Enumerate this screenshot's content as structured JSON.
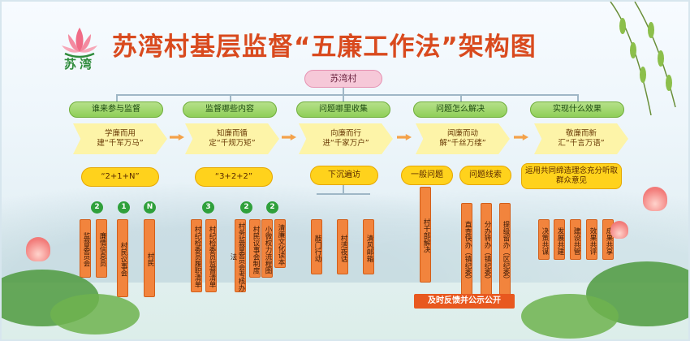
{
  "title": "苏湾村基层监督“五廉工作法”架构图",
  "logo_text": "苏湾",
  "root": "苏湾村",
  "columns": [
    {
      "head": "谁来参与监督",
      "chev": [
        "学廉而用",
        "建“千军万马”"
      ],
      "pill": "“2+1+N”"
    },
    {
      "head": "监督哪些内容",
      "chev": [
        "知廉而循",
        "定“千规万矩”"
      ],
      "pill": "“3+2+2”"
    },
    {
      "head": "问题哪里收集",
      "chev": [
        "向廉而行",
        "进“千家万户”"
      ],
      "pill": "下沉遍访"
    },
    {
      "head": "问题怎么解决",
      "chev": [
        "闻廉而动",
        "解“千丝万缕”"
      ],
      "pill_a": "一般问题",
      "pill_b": "问题线索"
    },
    {
      "head": "实现什么效果",
      "chev": [
        "敬廉而新",
        "汇“千言万语”"
      ],
      "pill": "运用共同缔造理念充分听取群众意见"
    }
  ],
  "circles": [
    "2",
    "1",
    "N",
    "3",
    "2",
    "2"
  ],
  "boxes": {
    "c1": [
      "监督委员会",
      "廉情信息员",
      "村民议事会",
      "村民"
    ],
    "c2": [
      "村纪检委员履职清单",
      "村纪检委员监督清单",
      "村务监督委员会考核办法",
      "村民议事会制度",
      "小微权力流程图",
      "清廉文化读本"
    ],
    "c3": [
      "敲门行动",
      "村湾夜话",
      "清风邮箱"
    ],
    "c4": [
      "村干部解决",
      "直查快办（镇纪委）",
      "分办转办（镇纪委）",
      "提级留办（区纪委）"
    ],
    "c5": [
      "决策共谋",
      "发展共建",
      "建设共管",
      "效果共评",
      "成果共享"
    ]
  },
  "footer": "及时反馈并公示公开",
  "colors": {
    "title": "#d94a1e",
    "head": "#8fcf58",
    "chev": "#fdf4a8",
    "pill": "#ffd21c",
    "box": "#f2843d",
    "circle": "#2fa03b",
    "footer": "#e8581f"
  }
}
